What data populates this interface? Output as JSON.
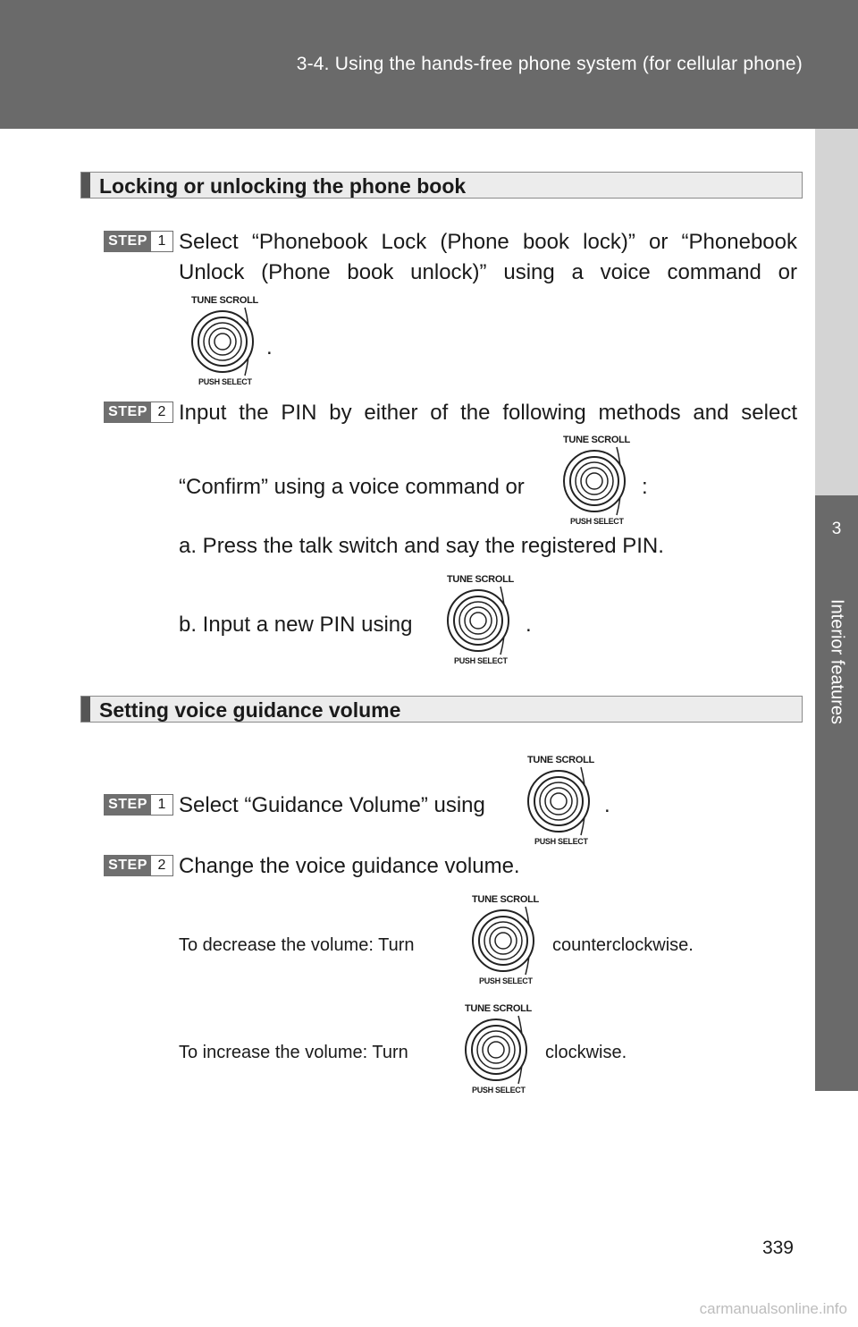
{
  "header": {
    "title": "3-4. Using the hands-free phone system (for cellular phone)"
  },
  "side_tab": {
    "number": "3",
    "label": "Interior features"
  },
  "knob": {
    "top_label": "TUNE SCROLL",
    "bottom_label": "PUSH SELECT",
    "icon": "tune-scroll-push-select-knob"
  },
  "section1": {
    "title": "Locking or unlocking the phone book",
    "step1": {
      "tag": "STEP",
      "num": "1",
      "line1": "Select “Phonebook Lock (Phone book lock)” or “Phonebook",
      "line2": "Unlock (Phone book unlock)” using a voice command or",
      "end": "."
    },
    "step2": {
      "tag": "STEP",
      "num": "2",
      "line1": "Input the PIN by either of the following methods and select",
      "line2": "“Confirm” using a voice command or",
      "line2_end": ":",
      "item_a": "a. Press the talk switch and say the registered PIN.",
      "item_b": "b. Input a new PIN using",
      "item_b_end": "."
    }
  },
  "section2": {
    "title": "Setting voice guidance volume",
    "step1": {
      "tag": "STEP",
      "num": "1",
      "text": "Select “Guidance Volume” using",
      "end": "."
    },
    "step2": {
      "tag": "STEP",
      "num": "2",
      "text": "Change the voice guidance volume.",
      "decrease": "To decrease the volume: Turn",
      "decrease_end": "counterclockwise.",
      "increase": "To increase the volume: Turn",
      "increase_end": "clockwise."
    }
  },
  "page_number": "339",
  "watermark": "carmanualsonline.info",
  "colors": {
    "header": "#6a6a6a",
    "side_tab_light": "#d4d4d4",
    "step_badge": "#6f6f6f",
    "section_bar": "#ececec"
  }
}
